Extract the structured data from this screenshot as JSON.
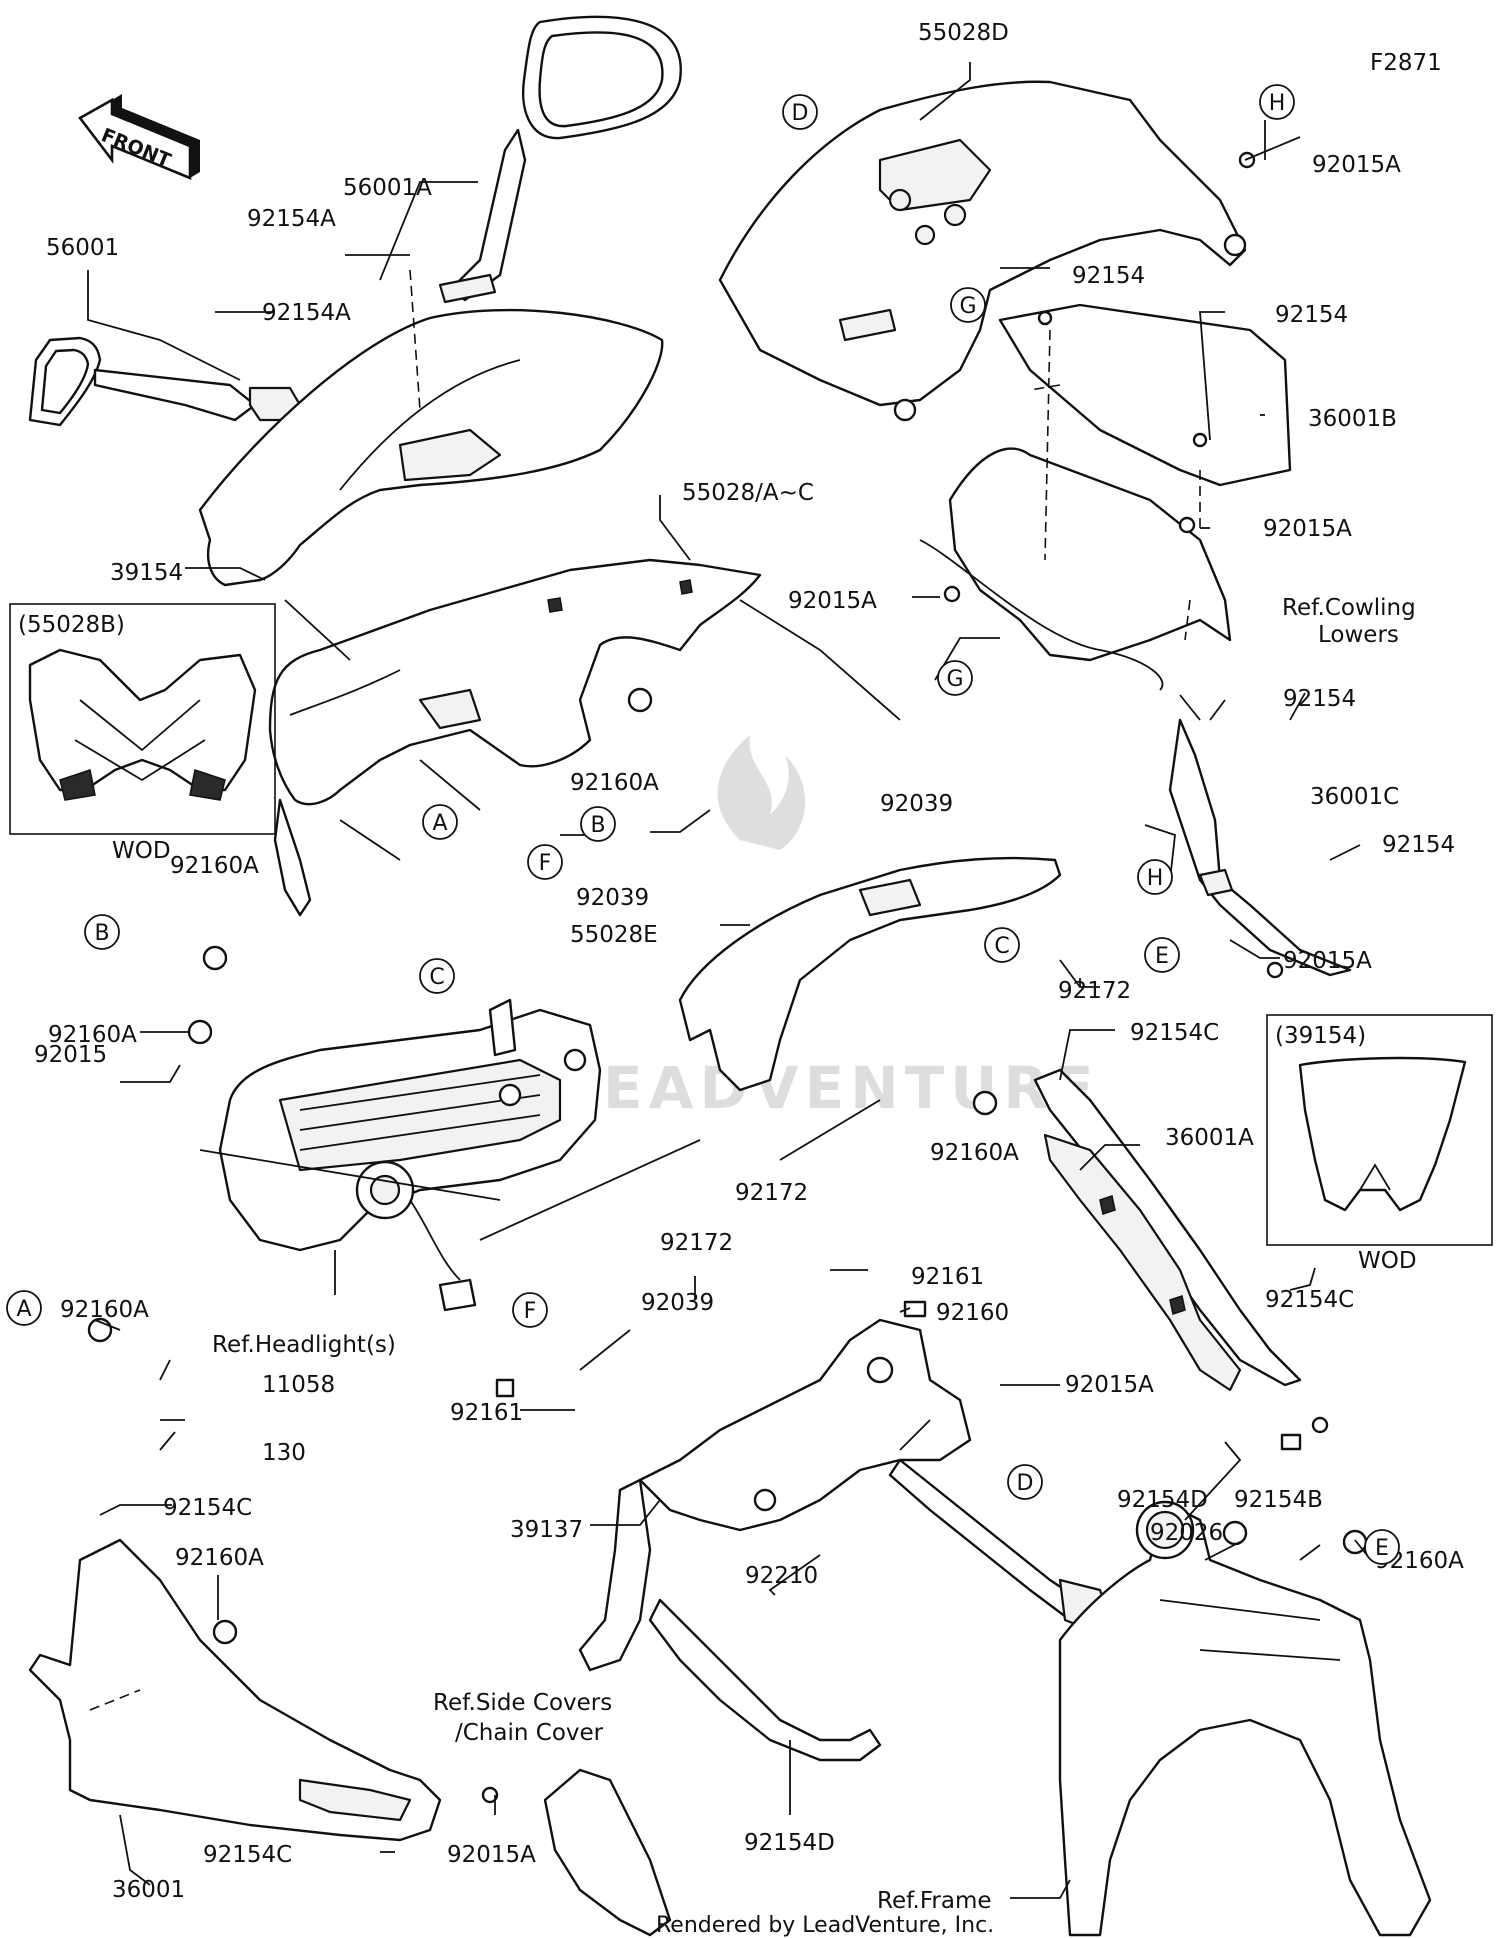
{
  "figure_code": "F2871",
  "front_arrow_label": "FRONT",
  "footer_credit": "Rendered by LeadVenture, Inc.",
  "watermark_text": "LEADVENTURE",
  "inset_windshield": {
    "title": "(39154)",
    "caption": "WOD"
  },
  "inset_cowling": {
    "title": "(55028B)",
    "caption": "WOD"
  },
  "part_labels": [
    {
      "id": "p1",
      "text": "55028D"
    },
    {
      "id": "p2",
      "text": "92015A"
    },
    {
      "id": "p3",
      "text": "56001A"
    },
    {
      "id": "p4",
      "text": "56001"
    },
    {
      "id": "p5",
      "text": "92154A"
    },
    {
      "id": "p6",
      "text": "92154A"
    },
    {
      "id": "p7",
      "text": "92154"
    },
    {
      "id": "p8",
      "text": "92154"
    },
    {
      "id": "p9",
      "text": "36001B"
    },
    {
      "id": "p10",
      "text": "92015A"
    },
    {
      "id": "p11",
      "text": "39154"
    },
    {
      "id": "p12",
      "text": "55028/A~C"
    },
    {
      "id": "p13",
      "text": "92015A"
    },
    {
      "id": "p14",
      "text": "Ref.Cowling"
    },
    {
      "id": "p15",
      "text": "Lowers"
    },
    {
      "id": "p16",
      "text": "92154"
    },
    {
      "id": "p17",
      "text": "36001C"
    },
    {
      "id": "p18",
      "text": "92154"
    },
    {
      "id": "p19",
      "text": "92160A"
    },
    {
      "id": "p20",
      "text": "92039"
    },
    {
      "id": "p21",
      "text": "92160A"
    },
    {
      "id": "p22",
      "text": "92039"
    },
    {
      "id": "p23",
      "text": "55028E"
    },
    {
      "id": "p24",
      "text": "92015A"
    },
    {
      "id": "p25",
      "text": "92172"
    },
    {
      "id": "p26",
      "text": "92160A"
    },
    {
      "id": "p27",
      "text": "92015"
    },
    {
      "id": "p28",
      "text": "92154C"
    },
    {
      "id": "p29",
      "text": "36001A"
    },
    {
      "id": "p30",
      "text": "92160A"
    },
    {
      "id": "p31",
      "text": "92172"
    },
    {
      "id": "p32",
      "text": "92172"
    },
    {
      "id": "p33",
      "text": "92160A"
    },
    {
      "id": "p34",
      "text": "Ref.Headlight(s)"
    },
    {
      "id": "p35",
      "text": "92161"
    },
    {
      "id": "p36",
      "text": "92039"
    },
    {
      "id": "p37",
      "text": "92160"
    },
    {
      "id": "p38",
      "text": "92154C"
    },
    {
      "id": "p39",
      "text": "11058"
    },
    {
      "id": "p40",
      "text": "130"
    },
    {
      "id": "p41",
      "text": "92161"
    },
    {
      "id": "p42",
      "text": "92015A"
    },
    {
      "id": "p43",
      "text": "92154C"
    },
    {
      "id": "p44",
      "text": "92160A"
    },
    {
      "id": "p45",
      "text": "39137"
    },
    {
      "id": "p46",
      "text": "92154D"
    },
    {
      "id": "p47",
      "text": "92154B"
    },
    {
      "id": "p48",
      "text": "92026"
    },
    {
      "id": "p49",
      "text": "92160A"
    },
    {
      "id": "p50",
      "text": "92210"
    },
    {
      "id": "p51",
      "text": "Ref.Side Covers"
    },
    {
      "id": "p52",
      "text": "/Chain Cover"
    },
    {
      "id": "p53",
      "text": "36001"
    },
    {
      "id": "p54",
      "text": "92154C"
    },
    {
      "id": "p55",
      "text": "92015A"
    },
    {
      "id": "p56",
      "text": "92154D"
    },
    {
      "id": "p57",
      "text": "Ref.Frame"
    }
  ],
  "callouts": [
    {
      "id": "c1",
      "letter": "D"
    },
    {
      "id": "c2",
      "letter": "H"
    },
    {
      "id": "c3",
      "letter": "G"
    },
    {
      "id": "c4",
      "letter": "G"
    },
    {
      "id": "c5",
      "letter": "A"
    },
    {
      "id": "c6",
      "letter": "B"
    },
    {
      "id": "c7",
      "letter": "F"
    },
    {
      "id": "c8",
      "letter": "C"
    },
    {
      "id": "c9",
      "letter": "H"
    },
    {
      "id": "c10",
      "letter": "E"
    },
    {
      "id": "c11",
      "letter": "B"
    },
    {
      "id": "c12",
      "letter": "C"
    },
    {
      "id": "c13",
      "letter": "A"
    },
    {
      "id": "c14",
      "letter": "F"
    },
    {
      "id": "c15",
      "letter": "D"
    },
    {
      "id": "c16",
      "letter": "E"
    }
  ]
}
